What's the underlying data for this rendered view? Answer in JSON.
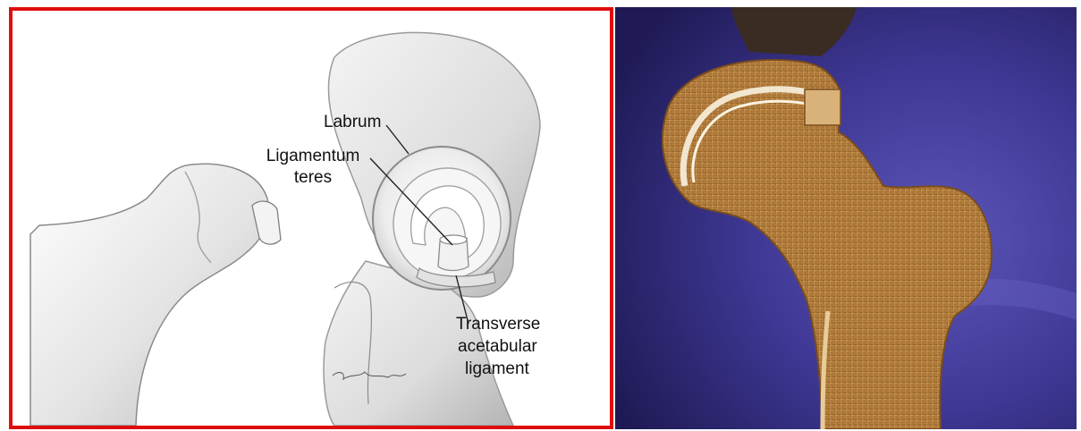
{
  "figure": {
    "border_color": "#e00d0d",
    "illustration": {
      "labels": {
        "labrum": "Labrum",
        "ligamentum_line1": "Ligamentum",
        "ligamentum_line2": "teres",
        "transverse_line1": "Transverse",
        "transverse_line2": "acetabular",
        "transverse_line3": "ligament"
      }
    },
    "photo": {
      "subject": "femoral-head-cross-section",
      "background_color": "#3a338c",
      "bone_color": "#b07a38"
    }
  }
}
